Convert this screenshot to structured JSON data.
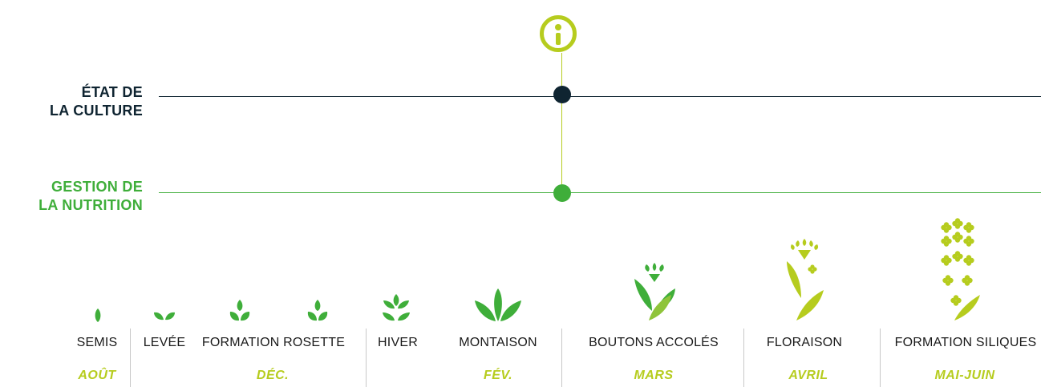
{
  "rows": {
    "crop_state": {
      "label": "ÉTAT DE\nLA CULTURE",
      "color": "#0f2431"
    },
    "nutrition": {
      "label": "GESTION DE\nLA NUTRITION",
      "color": "#3fae3a"
    }
  },
  "info_icon": {
    "name": "info-icon",
    "color": "#b6cc1e"
  },
  "stages": [
    "SEMIS",
    "LEVÉE",
    "FORMATION ROSETTE",
    "HIVER",
    "MONTAISON",
    "BOUTONS ACCOLÉS",
    "FLORAISON",
    "FORMATION SILIQUES"
  ],
  "months": [
    "AOÛT",
    "DÉC.",
    "FÉV.",
    "MARS",
    "AVRIL",
    "MAI-JUIN"
  ],
  "colors": {
    "green": "#3fae3a",
    "lime": "#b6cc1e",
    "dark": "#0f2431",
    "separator": "#c8c8c8"
  }
}
